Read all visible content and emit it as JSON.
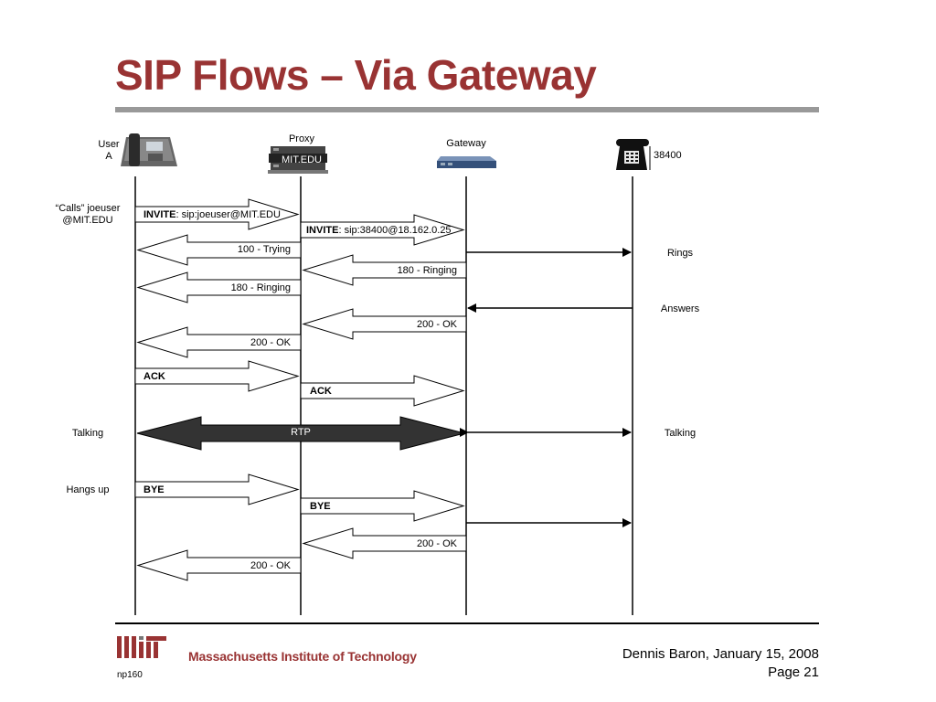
{
  "slide": {
    "title": "SIP Flows – Via Gateway",
    "footer": {
      "institution": "Massachusetts Institute of Technology",
      "author_date": "Dennis Baron, January 15, 2008",
      "page": "Page 21",
      "code": "np160",
      "logo_text": "MIT"
    }
  },
  "participants": {
    "user_a": {
      "label_line1": "User",
      "label_line2": "A",
      "icon": "desk-phone-icon"
    },
    "proxy": {
      "label": "Proxy",
      "device_text": "MIT.EDU",
      "icon": "server-icon"
    },
    "gateway": {
      "label": "Gateway",
      "icon": "gateway-device-icon"
    },
    "phone_38400": {
      "label": "38400",
      "icon": "telephone-icon"
    }
  },
  "side_notes": {
    "calls_line1": "“Calls” joeuser",
    "calls_line2": "@MIT.EDU",
    "talking_left": "Talking",
    "hangs_up": "Hangs up",
    "rings": "Rings",
    "answers": "Answers",
    "talking_right": "Talking"
  },
  "messages": {
    "invite1_method": "INVITE",
    "invite1_uri": ": sip:joeuser@MIT.EDU",
    "invite2_method": "INVITE",
    "invite2_uri": ": sip:38400@18.162.0.25",
    "trying": "100 - Trying",
    "ringing_gw": "180 - Ringing",
    "ringing_user": "180 - Ringing",
    "ok_gw": "200 - OK",
    "ok_user": "200 - OK",
    "ack1": "ACK",
    "ack2": "ACK",
    "rtp": "RTP",
    "bye1": "BYE",
    "bye2": "BYE",
    "ok_bye_gw": "200 - OK",
    "ok_bye_user": "200 - OK"
  },
  "colors": {
    "title": "#993333",
    "title_rule": "#999999",
    "rtp_fill": "#333333",
    "mit_red": "#993333"
  }
}
